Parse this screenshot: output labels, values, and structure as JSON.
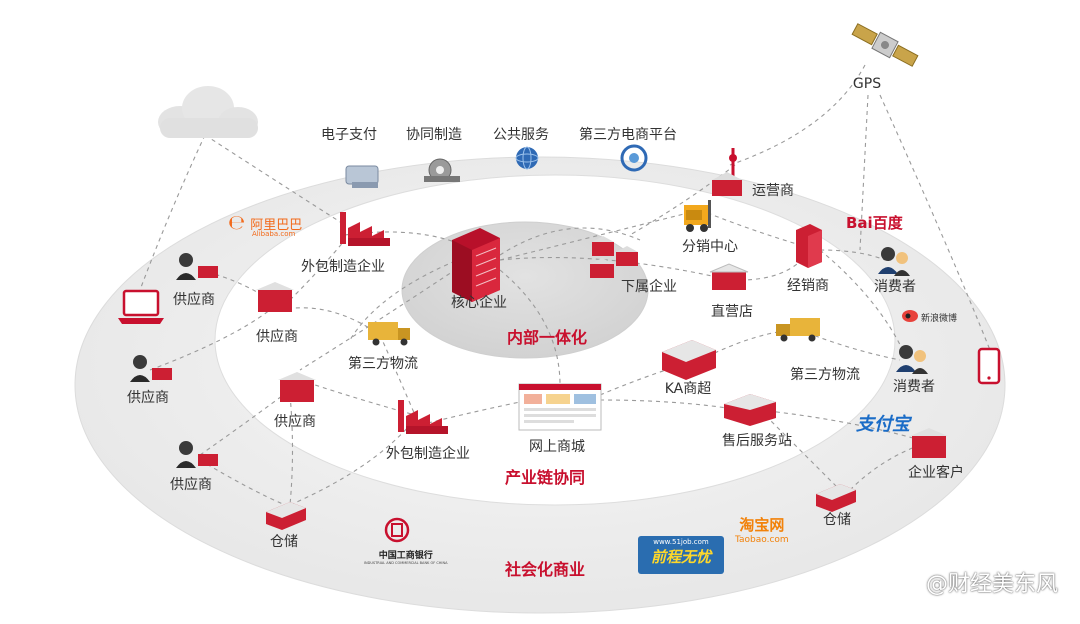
{
  "rings": {
    "inner": "内部一体化",
    "middle": "产业链协同",
    "outer": "社会化商业"
  },
  "top_services": [
    "电子支付",
    "协同制造",
    "公共服务",
    "第三方电商平台"
  ],
  "nodes": {
    "gps": "GPS",
    "operator": "运营商",
    "core": "核心企业",
    "subsidiary": "下属企业",
    "distribution": "分销中心",
    "dealer": "经销商",
    "direct_store": "直营店",
    "outsource_top": "外包制造企业",
    "outsource_bottom": "外包制造企业",
    "logistics_left": "第三方物流",
    "logistics_right": "第三方物流",
    "ka": "KA商超",
    "online_mall": "网上商城",
    "after_sales": "售后服务站",
    "supplier_inner": "供应商",
    "supplier_mid": "供应商",
    "supplier_a": "供应商",
    "supplier_b": "供应商",
    "supplier_c": "供应商",
    "warehouse_left": "仓储",
    "warehouse_right": "仓储",
    "consumer_a": "消费者",
    "consumer_b": "消费者",
    "enterprise_client": "企业客户"
  },
  "logos": {
    "alibaba": "阿里巴巴",
    "alibaba_sub": "Alibaba.com",
    "baidu": "Bai百度",
    "weibo": "新浪微博",
    "alipay": "支付宝",
    "taobao": "淘宝网",
    "taobao_sub": "Taobao.com",
    "icbc": "中国工商银行",
    "icbc_sub": "INDUSTRIAL AND COMMERCIAL BANK OF CHINA",
    "job51": "前程无忧",
    "job51_sub": "www.51job.com"
  },
  "watermark": "@财经美东风",
  "colors": {
    "accent": "#c8102e",
    "ring_outer": "#f2f2f2",
    "ring_inner": "#e3e3e3",
    "line": "#9a9a9a"
  }
}
